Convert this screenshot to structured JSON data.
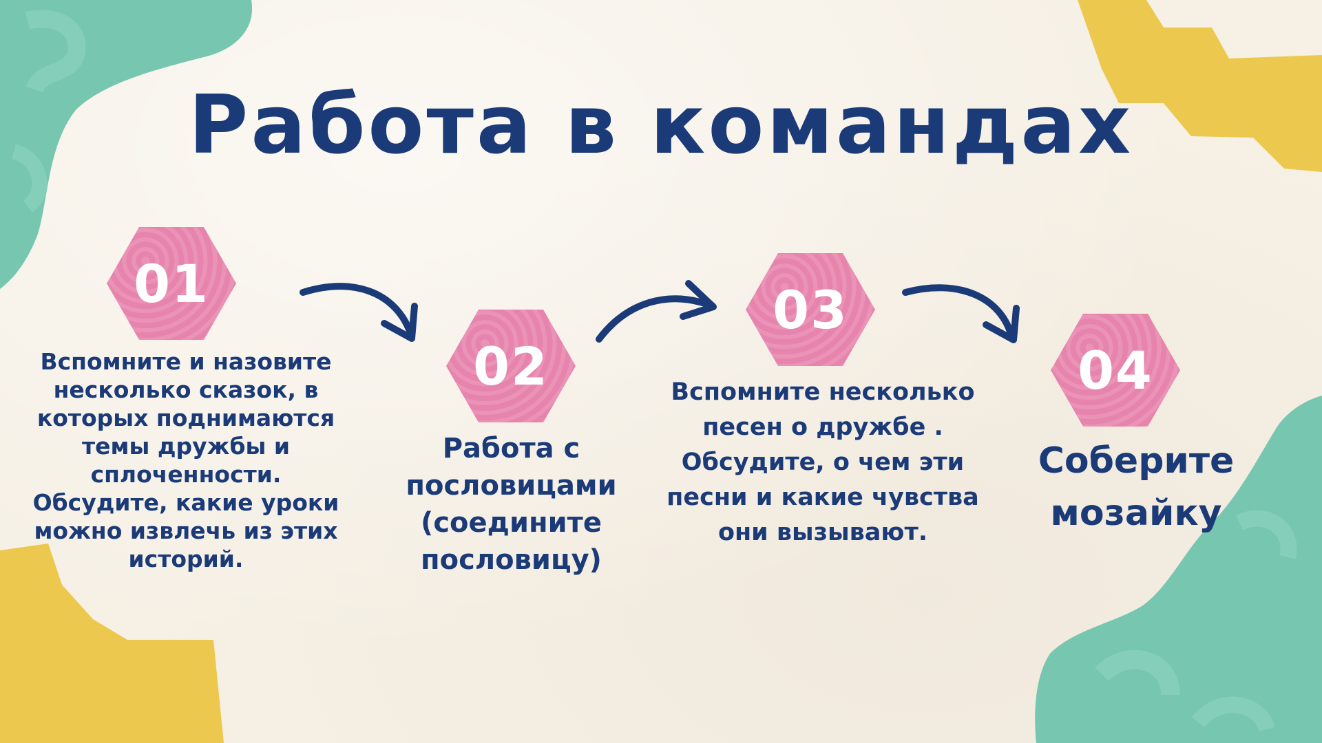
{
  "title": "Работа в командах",
  "colors": {
    "title": "#1b3a78",
    "hexagon": "#e784ad",
    "teal": "#76c6b0",
    "yellow": "#ecc84e",
    "background": "#f6f0e5"
  },
  "steps": [
    {
      "number": "01",
      "text": "Вспомните и назовите\nнесколько сказок, в\nкоторых поднимаются\nтемы дружбы и\nсплоченности.\nОбсудите, какие уроки\nможно извлечь из этих\nисторий."
    },
    {
      "number": "02",
      "text": "Работа с\nпословицами\n(соедините\nпословицу)"
    },
    {
      "number": "03",
      "text": "Вспомните несколько\nпесен о дружбе .\nОбсудите, о чем эти\nпесни и какие чувства\nони вызывают."
    },
    {
      "number": "04",
      "text": "Соберите\nмозайку"
    }
  ],
  "icons": [
    "curved-arrow-icon",
    "curved-arrow-icon",
    "curved-arrow-icon"
  ]
}
